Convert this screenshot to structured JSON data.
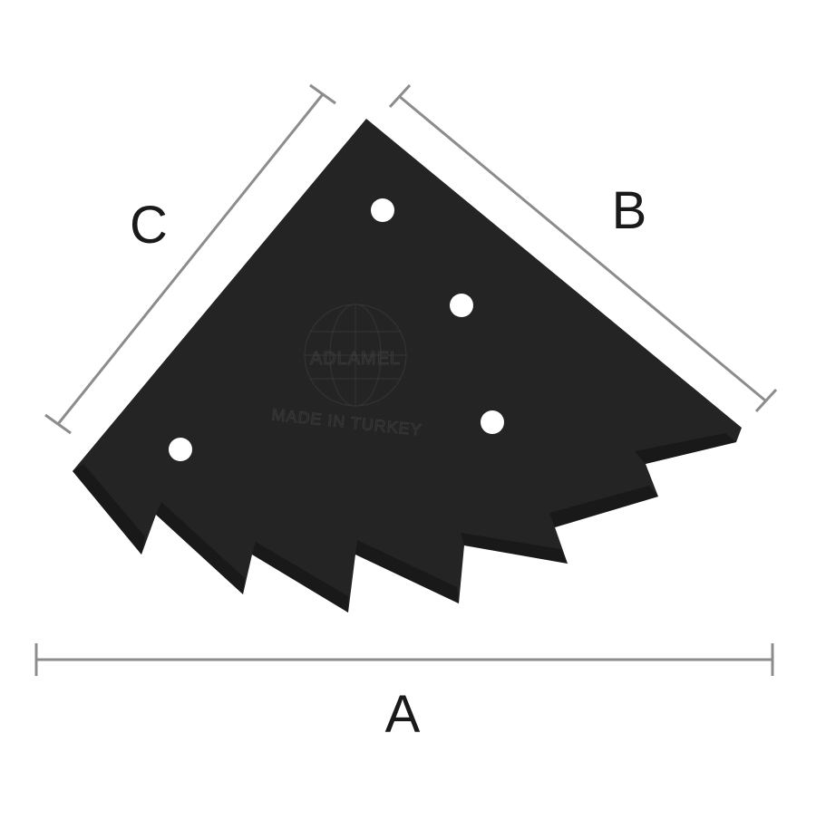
{
  "dimensions": {
    "a": {
      "label": "A"
    },
    "b": {
      "label": "B"
    },
    "c": {
      "label": "C"
    }
  },
  "blade": {
    "color": "#242424",
    "edge_color": "#1a1a1a",
    "mounting_holes": 4,
    "emboss": {
      "brand": "ADLAMEL",
      "origin": "MADE IN TURKEY"
    }
  },
  "colors": {
    "dimension_line": "#8c8c8c",
    "label": "#1a1a1a",
    "background": "#ffffff"
  }
}
